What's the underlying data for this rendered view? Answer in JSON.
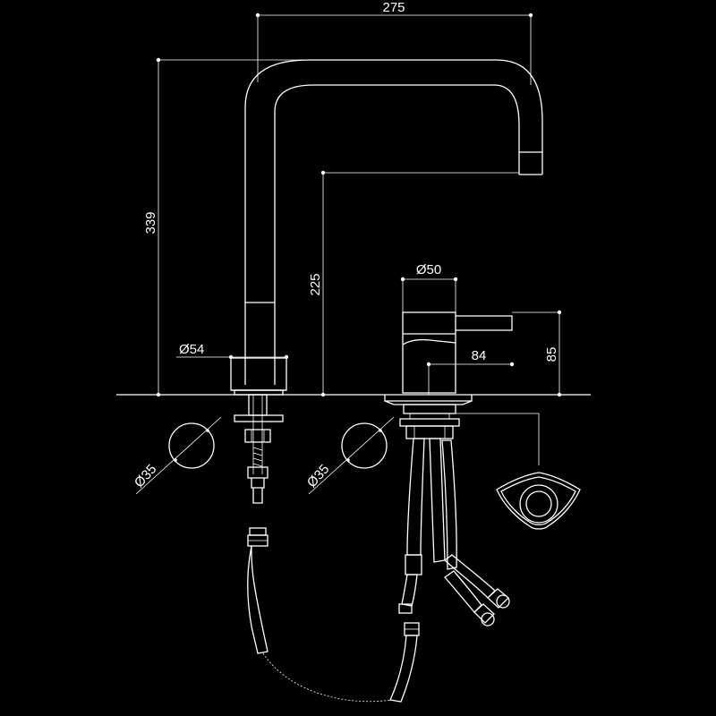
{
  "dimensions": {
    "spout_reach": "275",
    "overall_height": "339",
    "spout_clearance": "225",
    "spout_base_diameter": "Ø54",
    "mixer_body_diameter": "Ø50",
    "lever_reach": "84",
    "mixer_height": "85",
    "hole_diameter_left": "Ø35",
    "hole_diameter_right": "Ø35"
  },
  "colors": {
    "background": "#000000",
    "line": "#ffffff"
  }
}
